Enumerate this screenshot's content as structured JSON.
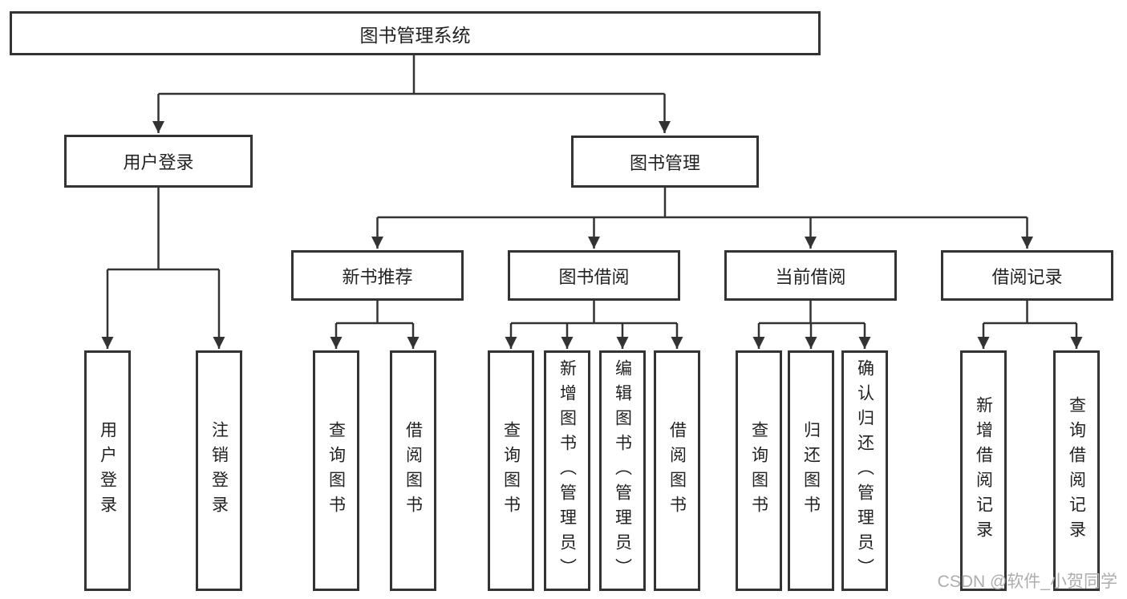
{
  "colors": {
    "line": "#333333",
    "box_border": "#333333",
    "text": "#222222",
    "watermark": "#adadad",
    "background": "#ffffff"
  },
  "watermark": {
    "text": "CSDN @软件_小贺同学"
  },
  "tree": {
    "root": "图书管理系统",
    "branches": [
      {
        "label": "用户登录",
        "children": [
          "用户登录",
          "注销登录"
        ]
      },
      {
        "label": "图书管理",
        "children": [
          {
            "label": "新书推荐",
            "children": [
              "查询图书",
              "借阅图书"
            ]
          },
          {
            "label": "图书借阅",
            "children": [
              "查询图书",
              "新增图书（管理员）",
              "编辑图书（管理员）",
              "借阅图书"
            ]
          },
          {
            "label": "当前借阅",
            "children": [
              "查询图书",
              "归还图书",
              "确认归还（管理员）"
            ]
          },
          {
            "label": "借阅记录",
            "children": [
              "新增借阅记录",
              "查询借阅记录"
            ]
          }
        ]
      }
    ]
  }
}
